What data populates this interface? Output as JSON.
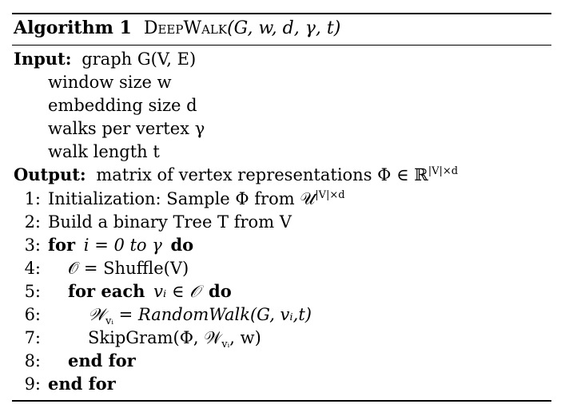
{
  "header": {
    "label": "Algorithm 1",
    "name": "DeepWalk",
    "params": "(G, w, d, γ, t)"
  },
  "input": {
    "label": "Input:",
    "graph": "graph G(V, E)",
    "items": [
      "window size w",
      "embedding size d",
      "walks per vertex γ",
      "walk length t"
    ]
  },
  "output": {
    "label": "Output:",
    "text": "matrix of vertex representations Φ ∈ ℝ",
    "sup": "|V|×d"
  },
  "steps": [
    {
      "num": "1:",
      "pre": "Initialization: Sample Φ from 𝒰",
      "sup": "|V|×d"
    },
    {
      "num": "2:",
      "text": "Build a binary Tree T from V"
    },
    {
      "num": "3:",
      "kw1": "for",
      "text": "i = 0 to γ",
      "kw2": "do"
    },
    {
      "num": "4:",
      "text": "𝒪 = Shuffle(V)"
    },
    {
      "num": "5:",
      "kw1": "for each",
      "text": "vᵢ ∈ 𝒪",
      "kw2": "do"
    },
    {
      "num": "6:",
      "a": "𝒲",
      "sub": "vᵢ",
      "b": " = RandomWalk(G, vᵢ,t)"
    },
    {
      "num": "7:",
      "a": "SkipGram(Φ, 𝒲",
      "sub": "vᵢ",
      "b": ", w)"
    },
    {
      "num": "8:",
      "kw1": "end for"
    },
    {
      "num": "9:",
      "kw1": "end for"
    }
  ]
}
